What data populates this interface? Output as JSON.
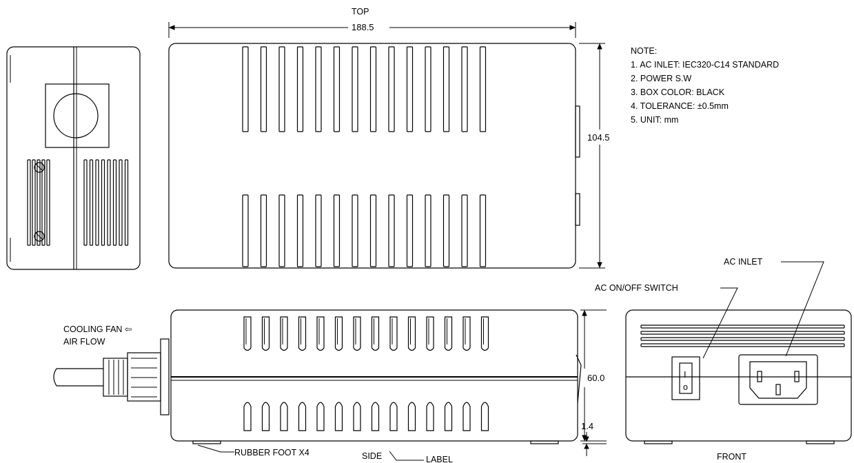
{
  "views": {
    "top_label": "TOP",
    "side_label": "SIDE",
    "front_label": "FRONT"
  },
  "dimensions": {
    "length": "188.5",
    "width": "104.5",
    "height": "60.0",
    "foot": "1.4"
  },
  "callouts": {
    "cooling_fan": "COOLING FAN ⇦",
    "air_flow": "AIR FLOW",
    "rubber_foot": "RUBBER FOOT X4",
    "label": "LABEL",
    "ac_inlet": "AC INLET",
    "ac_switch": "AC ON/OFF SWITCH"
  },
  "switch": {
    "on_mark": "I",
    "off_mark": "o"
  },
  "notes": {
    "title": "NOTE:",
    "items": [
      "1. AC INLET: IEC320-C14 STANDARD",
      "2. POWER S.W",
      "3. BOX COLOR: BLACK",
      "4. TOLERANCE: ±0.5mm",
      "5. UNIT: mm"
    ]
  }
}
